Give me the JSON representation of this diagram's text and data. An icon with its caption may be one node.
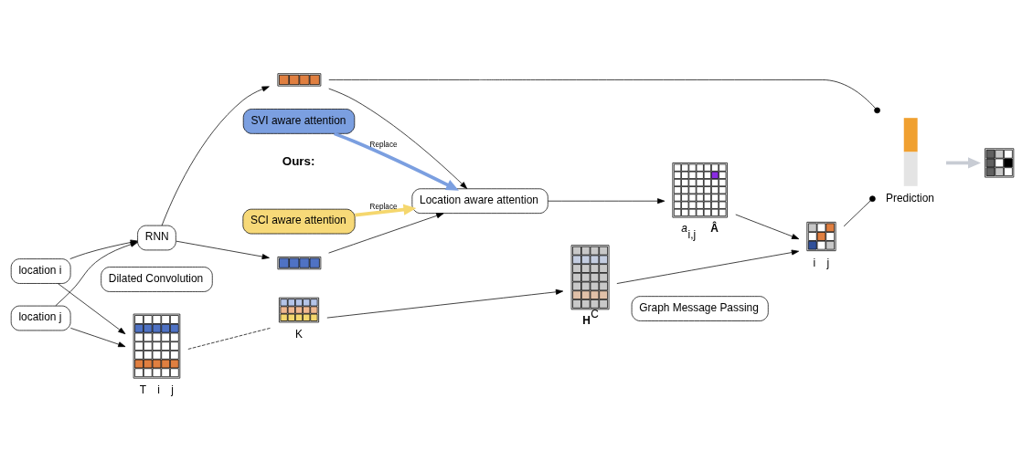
{
  "diagram": {
    "nodes": [
      {
        "text": [
          "location i"
        ]
      },
      {
        "text": [
          "location j"
        ]
      },
      {
        "text": [],
        "shape": "picture",
        "beside": [
          "T",
          "i",
          "j"
        ]
      },
      {
        "text": [
          "Dilated Convolution"
        ]
      },
      {
        "text": [],
        "shape": "picture",
        "beside": [
          "K"
        ]
      },
      {
        "text": [],
        "shape": "picture",
        "beside": [
          "**H**$^{C}$"
        ]
      },
      {
        "text": [
          "RNN"
        ]
      },
      {
        "text": [],
        "shape": "picture"
      },
      {
        "text": [],
        "shape": "picture"
      },
      {
        "text": [
          "Location aware attention"
        ]
      },
      {
        "text": [],
        "shape": "picture",
        "beside": [
          "*a*$_{i,j}$",
          "**Â**"
        ]
      },
      {
        "text": [
          "Graph Message Passing"
        ]
      },
      {
        "text": [],
        "shape": "picture",
        "beside": [
          "i",
          "j"
        ]
      },
      {
        "text": [],
        "shape": "bar",
        "beside": [
          "Prediction"
        ]
      },
      {
        "text": [],
        "shape": "picture"
      },
      {
        "text": [
          "SCI aware attention"
        ]
      },
      {
        "text": [
          "SVI aware attention"
        ]
      }
    ],
    "edges": [
      {
        "from": 0,
        "to": 2,
        "arrow": "to"
      },
      {
        "from": 1,
        "to": 2,
        "arrow": "to"
      },
      {
        "from": 0,
        "to": 6,
        "arrow": "to"
      },
      {
        "from": 1,
        "to": 6,
        "arrow": "to"
      },
      {
        "from": 2,
        "to": 4,
        "arrow": "none",
        "style": "dashed"
      },
      {
        "from": 4,
        "to": 5,
        "arrow": "to"
      },
      {
        "from": 6,
        "to": 7,
        "arrow": "to"
      },
      {
        "from": 6,
        "to": 8,
        "arrow": "to"
      },
      {
        "from": 7,
        "to": 9,
        "arrow": "to"
      },
      {
        "from": 8,
        "to": 9,
        "arrow": "to"
      },
      {
        "from": 9,
        "to": 10,
        "arrow": "to"
      },
      {
        "from": 5,
        "to": 12,
        "arrow": "to"
      },
      {
        "from": 10,
        "to": 12,
        "arrow": "to"
      },
      {
        "from": 12,
        "to": 13,
        "arrow": "other"
      },
      {
        "from": 8,
        "to": 13,
        "arrow": "other"
      },
      {
        "from": 13,
        "to": 14,
        "arrow": "to",
        "style": "thick",
        "color": "#c8ccd4"
      },
      {
        "from": 15,
        "to": 9,
        "arrow": "to",
        "label": "Replace",
        "style": "thick",
        "color": "#f5d76e"
      },
      {
        "from": 16,
        "to": 9,
        "arrow": "to",
        "label": "Replace",
        "style": "thick",
        "color": "#7b9fe0"
      }
    ],
    "labels": [
      "Ours:"
    ]
  }
}
